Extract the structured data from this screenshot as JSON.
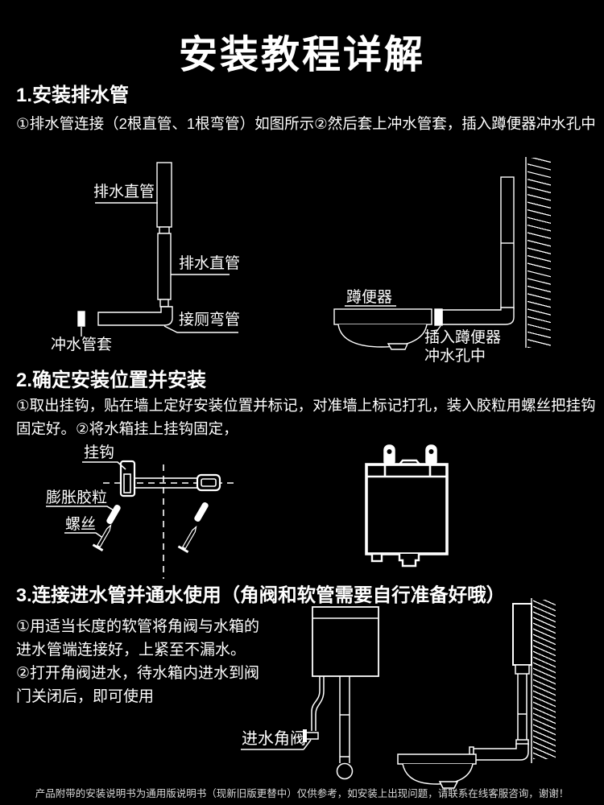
{
  "title": "安装教程详解",
  "sections": {
    "s1": {
      "heading": "1.安装排水管",
      "body": "①排水管连接（2根直管、1根弯管）如图所示②然后套上冲水管套，插入蹲便器冲水孔中",
      "labels": {
        "drain_pipe_top": "排水直管",
        "drain_pipe_bottom": "排水直管",
        "toilet_elbow": "接厕弯管",
        "flush_sleeve": "冲水管套",
        "squat_toilet": "蹲便器",
        "insert_note": "插入蹲便器\n冲水孔中"
      }
    },
    "s2": {
      "heading": "2.确定安装位置并安装",
      "body": "①取出挂钩，贴在墙上定好安装位置并标记，对准墙上标记打孔，装入胶粒用螺丝把挂钩\n固定好。②将水箱挂上挂钩固定，",
      "labels": {
        "hook": "挂钩",
        "expansion_anchor": "膨胀胶粒",
        "screw": "螺丝"
      }
    },
    "s3": {
      "heading": "3.连接进水管并通水使用（角阀和软管需要自行准备好哦）",
      "body": "①用适当长度的软管将角阀与水箱的\n进水管端连接好，上紧至不漏水。\n②打开角阀进水，待水箱内进水到阀\n门关闭后，即可使用",
      "labels": {
        "inlet_valve": "进水角阀"
      }
    }
  },
  "footer": "产品附带的安装说明书为通用版说明书（现新旧版更替中）仅供参考，如安装上出现问题，请联系在线客服咨询，谢谢！",
  "colors": {
    "background": "#000000",
    "text": "#ffffff",
    "line_art": "#ffffff",
    "footer_text": "#d9d9d9"
  }
}
